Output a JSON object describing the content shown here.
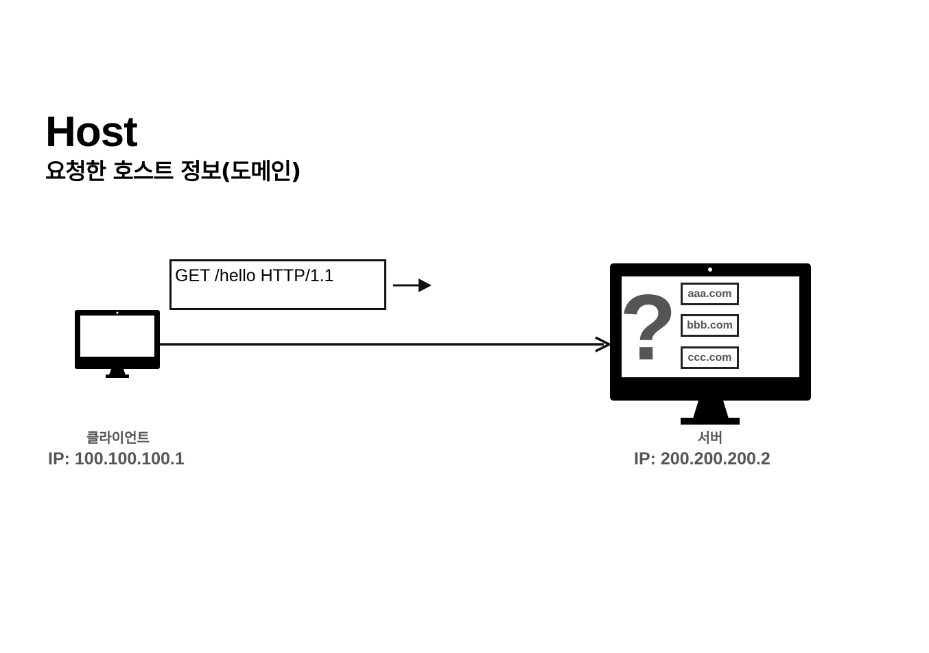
{
  "title": "Host",
  "subtitle": "요청한 호스트 정보(도메인)",
  "request": {
    "text": "GET /hello HTTP/1.1"
  },
  "client": {
    "label": "클라이언트",
    "ip": "IP: 100.100.100.1"
  },
  "server": {
    "label": "서버",
    "ip": "IP: 200.200.200.2",
    "unknown_mark": "?",
    "domains": [
      "aaa.com",
      "bbb.com",
      "ccc.com"
    ]
  },
  "icons": {
    "client": "monitor-icon",
    "server": "monitor-icon",
    "arrows": "arrow-right-icon"
  },
  "colors": {
    "foreground": "#000000",
    "muted_text": "#555555",
    "background": "#ffffff"
  }
}
